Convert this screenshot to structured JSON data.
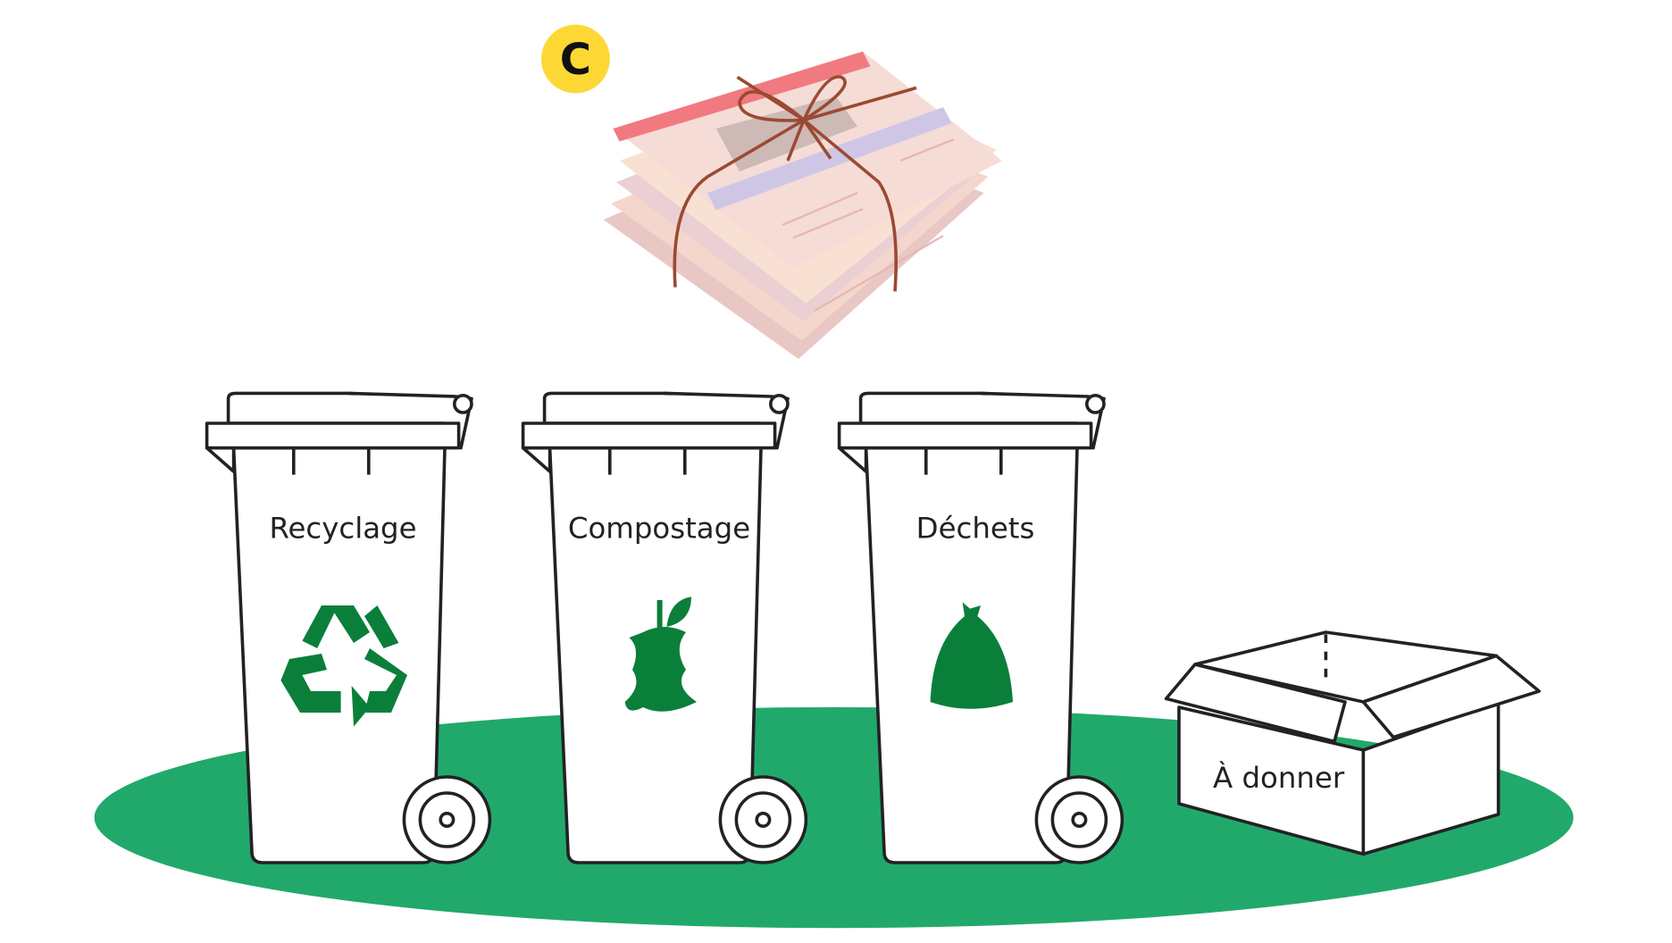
{
  "item": {
    "badge": "C",
    "name": "newspaper-bundle"
  },
  "bins": [
    {
      "label": "Recyclage",
      "icon": "recycle-icon"
    },
    {
      "label": "Compostage",
      "icon": "apple-core-icon"
    },
    {
      "label": "Déchets",
      "icon": "trash-bag-icon"
    }
  ],
  "box": {
    "label": "À donner",
    "icon": "cardboard-box-icon"
  },
  "colors": {
    "ground": "#21a96b",
    "icon_green": "#0a7f3a",
    "badge": "#fdd835"
  }
}
